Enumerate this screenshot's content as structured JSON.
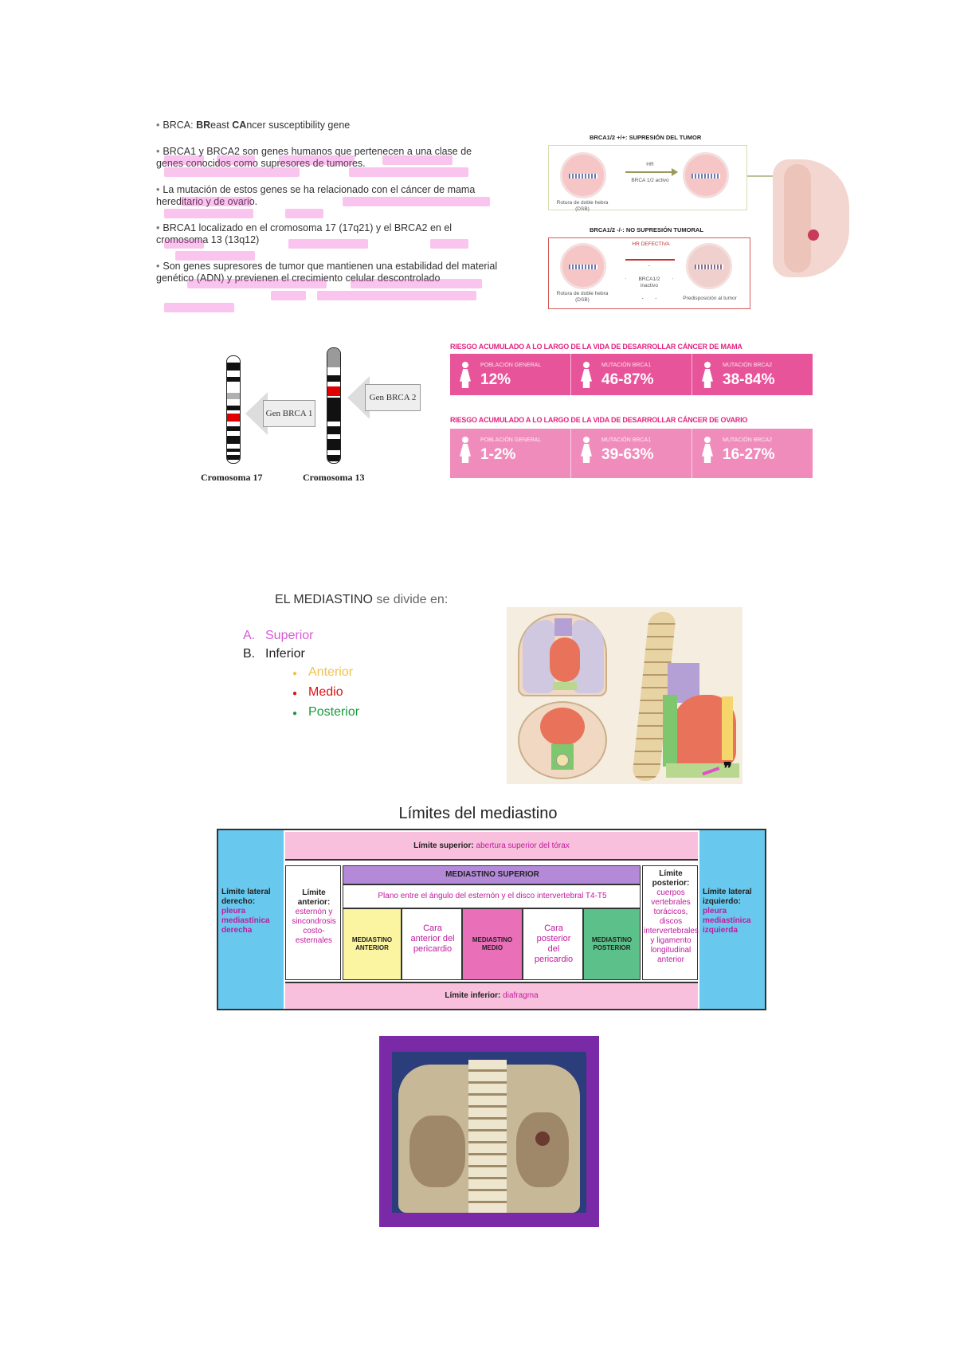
{
  "brca_bullets": {
    "b1_prefix": "BRCA: ",
    "b1_br": "BR",
    "b1_mid": "east ",
    "b1_ca": "CA",
    "b1_end": "ncer susceptibility gene",
    "b2": "BRCA1 y BRCA2 son genes humanos que pertenecen a una clase de genes conocidos como supresores de tumores.",
    "b3": "La mutación de estos genes se ha relacionado con el cáncer de mama hereditario y de ovario.",
    "b4": "BRCA1 localizado en el cromosoma 17 (17q21) y el BRCA2 en el cromosoma 13 (13q12)",
    "b5": "Son genes supresores de tumor que mantienen una estabilidad del material genético (ADN) y previenen el crecimiento celular descontrolado"
  },
  "brca_diagram": {
    "top_title": "BRCA1/2 +/+: SUPRESIÓN DEL TUMOR",
    "top_left_caption": "Rotura de doble hebra (DSB)",
    "top_hr": "HR",
    "top_arrow_caption": "BRCA 1/2 activo",
    "bottom_title": "BRCA1/2 -/-: NO SUPRESIÓN TUMORAL",
    "bottom_left_caption": "Rotura de doble hebra (DSB)",
    "bottom_hr": "HR DEFECTIVA",
    "bottom_star": "BRCA1/2 inactivo",
    "bottom_right_caption": "Predisposición al tumor"
  },
  "chromosomes": {
    "gen1": "Gen BRCA 1",
    "gen2": "Gen BRCA 2",
    "label17": "Cromosoma 17",
    "label13": "Cromosoma 13"
  },
  "risk": {
    "breast_title": "RIESGO ACUMULADO A LO LARGO DE LA VIDA DE DESARROLLAR CÁNCER DE MAMA",
    "ovary_title": "RIESGO ACUMULADO A LO LARGO DE LA VIDA DE DESARROLLAR CÁNCER DE OVARIO",
    "cap_general": "POBLACIÓN GENERAL",
    "cap_brca1": "MUTACIÓN BRCA1",
    "cap_brca2": "MUTACIÓN BRCA2",
    "breast_values": [
      "12%",
      "46-87%",
      "38-84%"
    ],
    "ovary_values": [
      "1-2%",
      "39-63%",
      "16-27%"
    ],
    "colors": {
      "breast": "#e8549a",
      "ovary": "#f08cbb"
    }
  },
  "mediastino": {
    "title_caps": "EL MEDIASTINO",
    "title_rest": " se divide en:",
    "a_marker": "A.",
    "a_label": "Superior",
    "b_marker": "B.",
    "b_label": "Inferior",
    "sub_anterior": "Anterior",
    "sub_medio": "Medio",
    "sub_posterior": "Posterior",
    "colors": {
      "superior": "#d65ad6",
      "anterior": "#f3c24a",
      "medio": "#e01010",
      "posterior": "#1a9a3a"
    }
  },
  "limites": {
    "title": "Límites del mediastino",
    "superior_label": "Límite superior:",
    "superior_text": "abertura superior del tórax",
    "inferior_label": "Límite inferior:",
    "inferior_text": "diafragma",
    "med_superior": "MEDIASTINO SUPERIOR",
    "plano": "Plano entre el ángulo del esternón y el disco intervertebral T4-T5",
    "anterior_label": "Límite anterior:",
    "anterior_text": "esternón y sincondrosis costo-esternales",
    "posterior_label": "Límite posterior:",
    "posterior_text": "cuerpos vertebrales torácicos, discos intervertebrales y ligamento longitudinal anterior",
    "lat_der_label": "Límite lateral derecho:",
    "lat_der_text": "pleura mediastínica derecha",
    "lat_izq_label": "Límite lateral izquierdo:",
    "lat_izq_text": "pleura mediastínica izquierda",
    "med_anterior": "MEDIASTINO ANTERIOR",
    "cara_anterior": "Cara anterior del pericardio",
    "med_medio": "MEDIASTINO MEDIO",
    "cara_posterior": "Cara posterior del pericardio",
    "med_posterior": "MEDIASTINO POSTERIOR"
  }
}
